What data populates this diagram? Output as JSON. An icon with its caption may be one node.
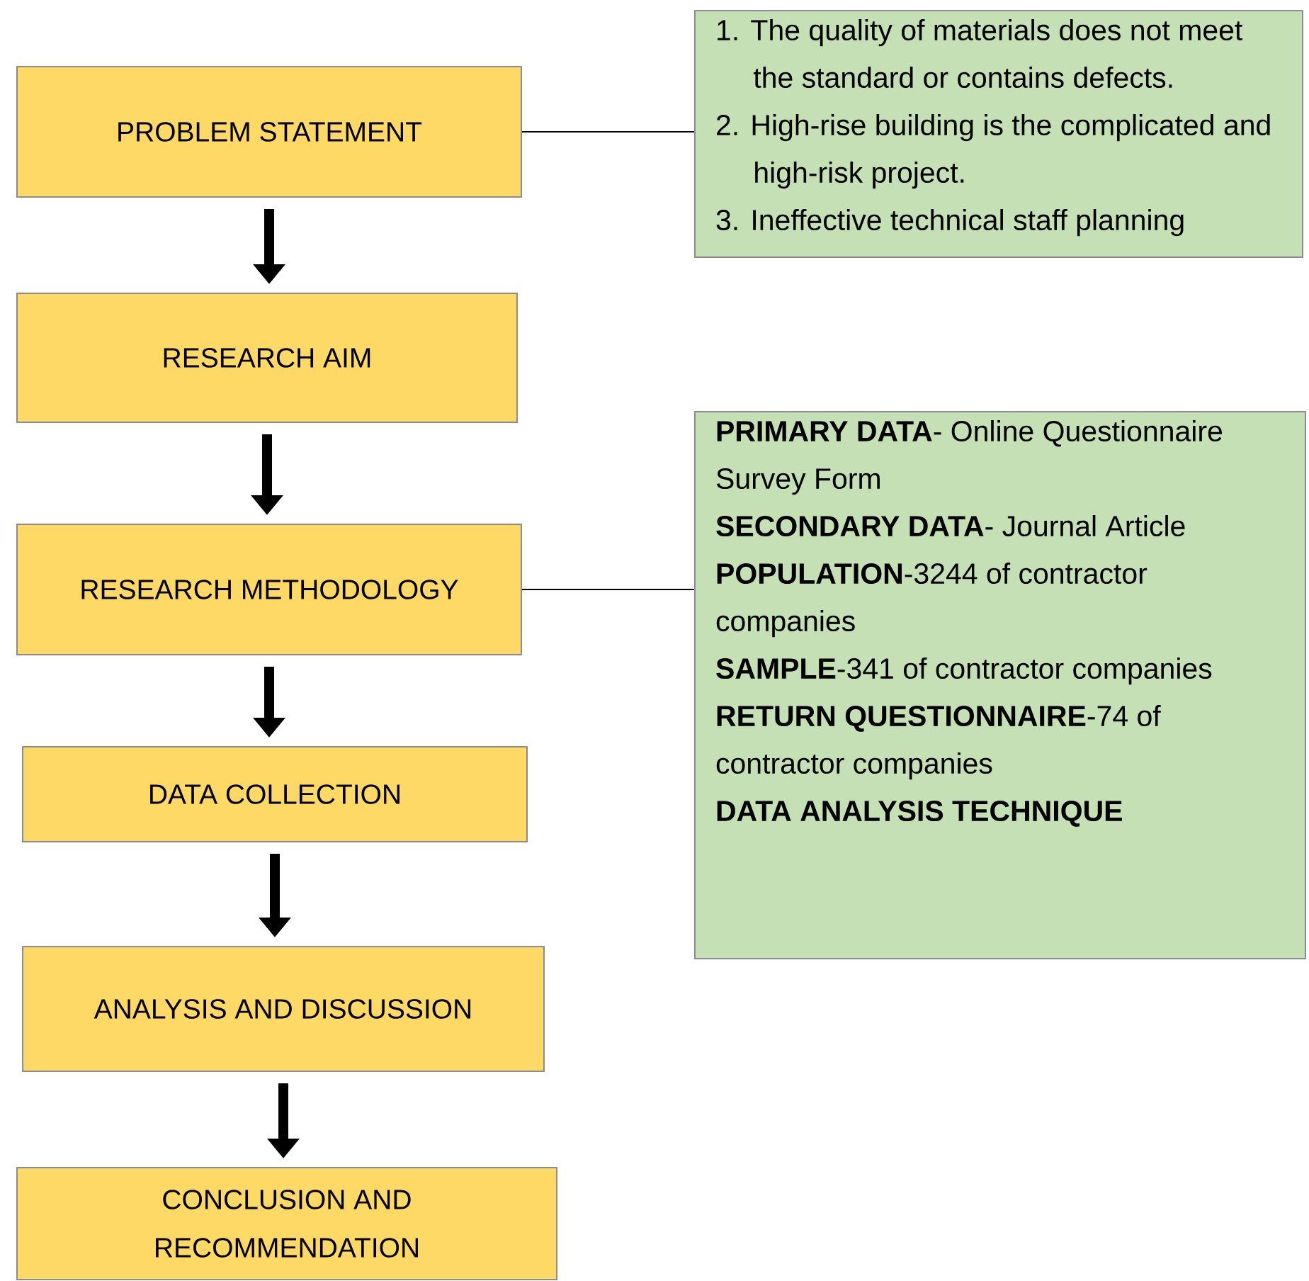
{
  "diagram": {
    "nodes": [
      {
        "text": [
          "PROBLEM STATEMENT"
        ]
      },
      {
        "text": [
          "1. The quality of materials does not meet the standard or contains defects.",
          "2. High-rise building is the complicated and high-risk project.",
          "3. Ineffective technical staff planning"
        ]
      },
      {
        "text": [
          "RESEARCH AIM"
        ]
      },
      {
        "text": [
          "RESEARCH METHODOLOGY"
        ]
      },
      {
        "text": [
          "**PRIMARY DATA**- Online Questionnaire Survey Form",
          "**SECONDARY DATA**- Journal Article",
          "**POPULATION**-3244 of contractor companies",
          "**SAMPLE**-341 of contractor companies",
          "**RETURN QUESTIONNAIRE**-74 of contractor companies",
          "**DATA ANALYSIS TECHNIQUE**"
        ]
      },
      {
        "text": [
          "DATA COLLECTION"
        ]
      },
      {
        "text": [
          "ANALYSIS AND DISCUSSION"
        ]
      },
      {
        "text": [
          "CONCLUSION AND RECOMMENDATION"
        ]
      }
    ],
    "edges": [
      {
        "from": 0,
        "to": 2,
        "arrow": "to"
      },
      {
        "from": 2,
        "to": 3,
        "arrow": "to"
      },
      {
        "from": 3,
        "to": 5,
        "arrow": "to"
      },
      {
        "from": 5,
        "to": 6,
        "arrow": "to"
      },
      {
        "from": 6,
        "to": 7,
        "arrow": "to"
      },
      {
        "from": 0,
        "to": 1,
        "arrow": "none"
      },
      {
        "from": 3,
        "to": 4,
        "arrow": "none"
      }
    ]
  }
}
